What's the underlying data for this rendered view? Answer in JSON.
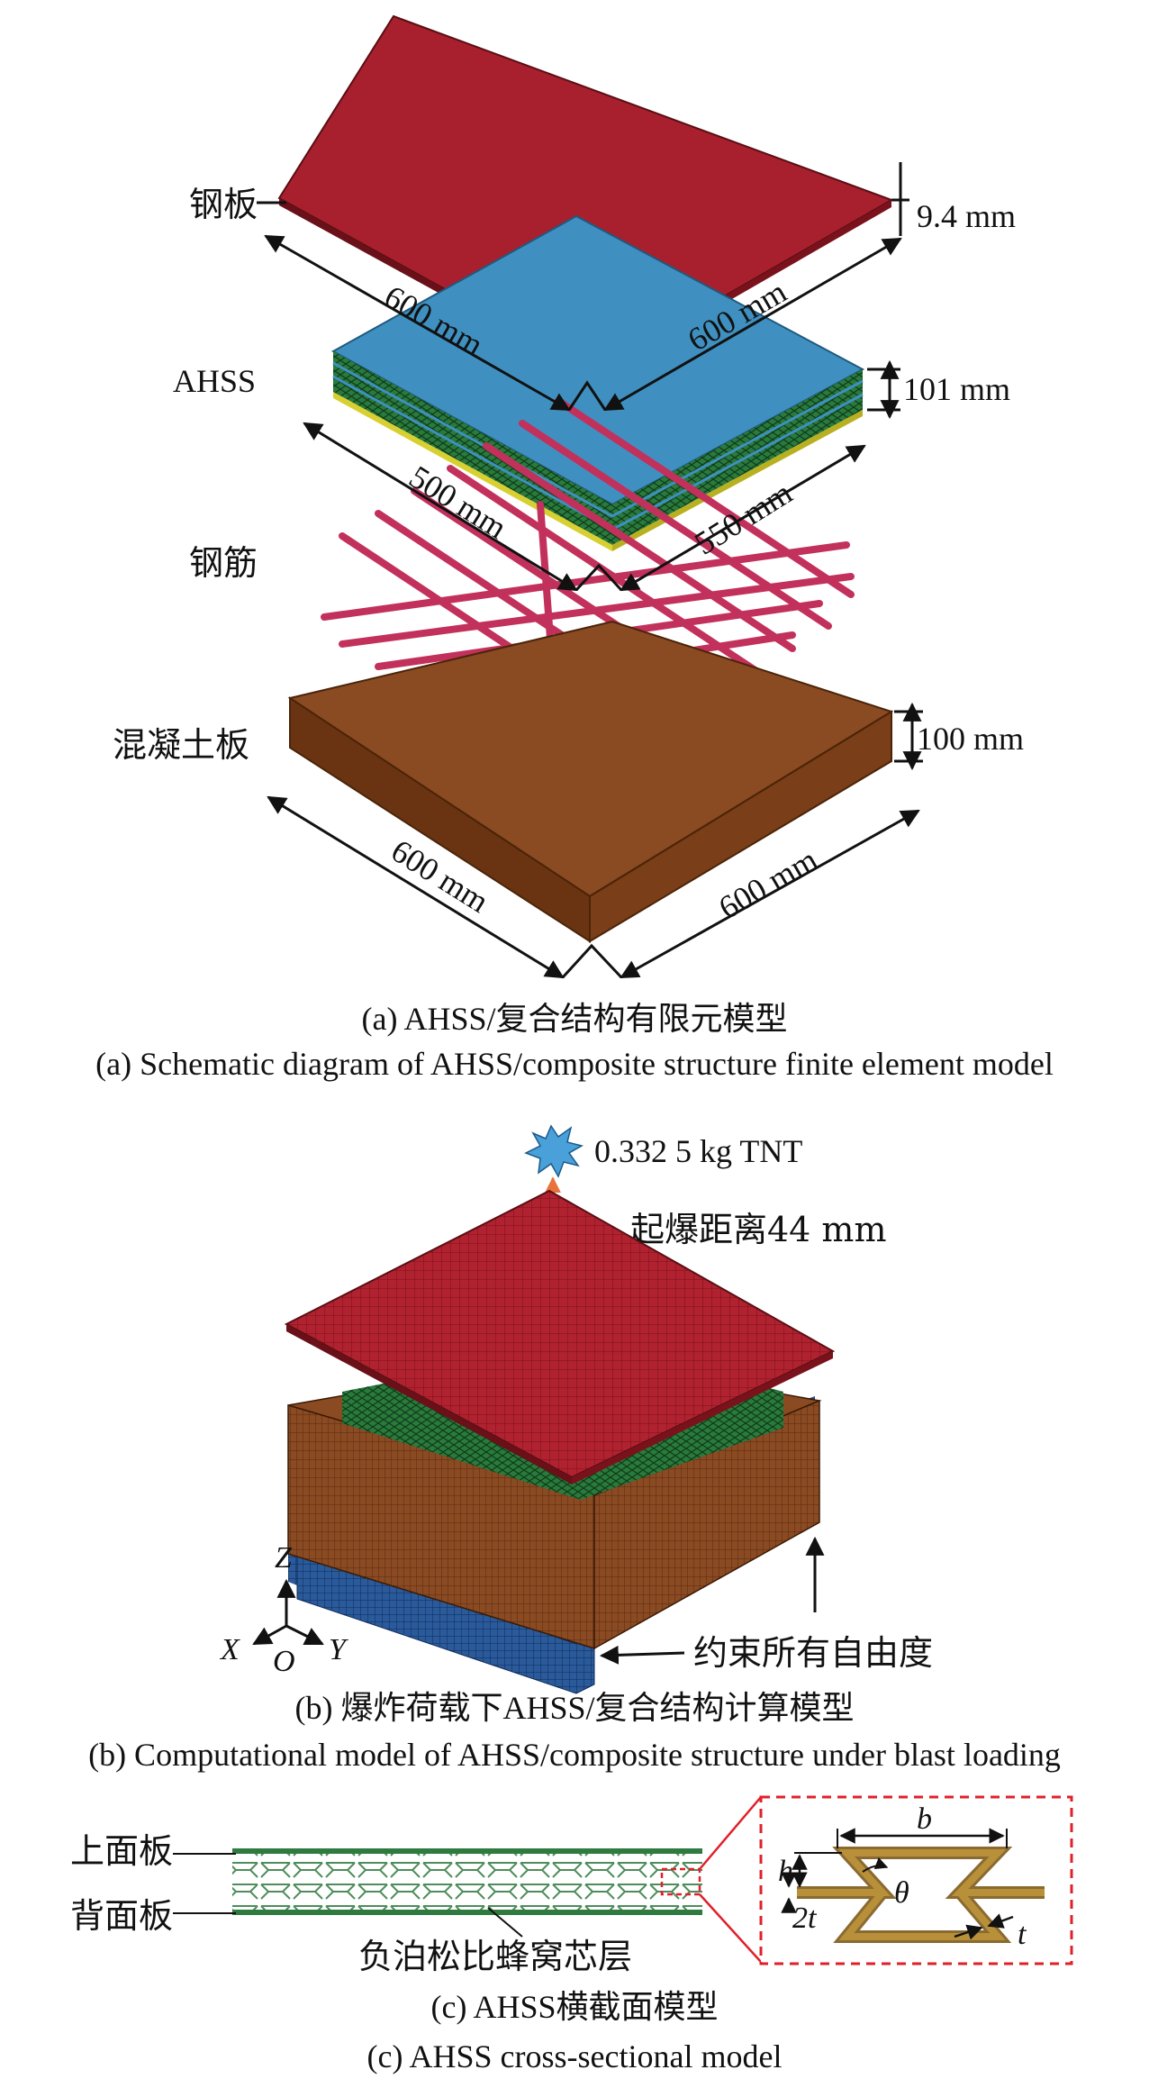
{
  "panel_a": {
    "labels": {
      "steel_plate": "钢板",
      "ahss": "AHSS",
      "rebar": "钢筋",
      "concrete": "混凝土板"
    },
    "dims": {
      "plate_thickness": "9.4 mm",
      "plate_left": "600 mm",
      "plate_right": "600 mm",
      "ahss_thickness": "101 mm",
      "ahss_left": "500 mm",
      "ahss_right": "550 mm",
      "concrete_thickness": "100 mm",
      "concrete_left": "600 mm",
      "concrete_right": "600 mm"
    },
    "caption_cn": "(a) AHSS/复合结构有限元模型",
    "caption_en": "(a) Schematic diagram of AHSS/composite structure finite element model"
  },
  "panel_b": {
    "charge": "0.332 5 kg TNT",
    "standoff": "起爆距离44 mm",
    "constraint": "约束所有自由度",
    "axes": {
      "z": "Z",
      "x": "X",
      "y": "Y",
      "o": "O"
    },
    "caption_cn": "(b) 爆炸荷载下AHSS/复合结构计算模型",
    "caption_en": "(b) Computational model of AHSS/composite structure under blast loading"
  },
  "panel_c": {
    "top_face": "上面板",
    "back_face": "背面板",
    "core": "负泊松比蜂窝芯层",
    "symbols": {
      "h": "h",
      "b": "b",
      "theta": "θ",
      "two_t": "2t",
      "t": "t"
    },
    "caption_cn": "(c) AHSS横截面模型",
    "caption_en": "(c) AHSS cross-sectional model"
  },
  "colors": {
    "steel_red": "#a8202e",
    "ahss_blue": "#3f90c0",
    "core_green": "#2f8c4a",
    "concrete_brown": "#8a4a22",
    "rebar": "#c2305c",
    "support_blue": "#2a5a9a",
    "arrow_orange": "#e8733a",
    "dashed_red": "#e0202a"
  }
}
